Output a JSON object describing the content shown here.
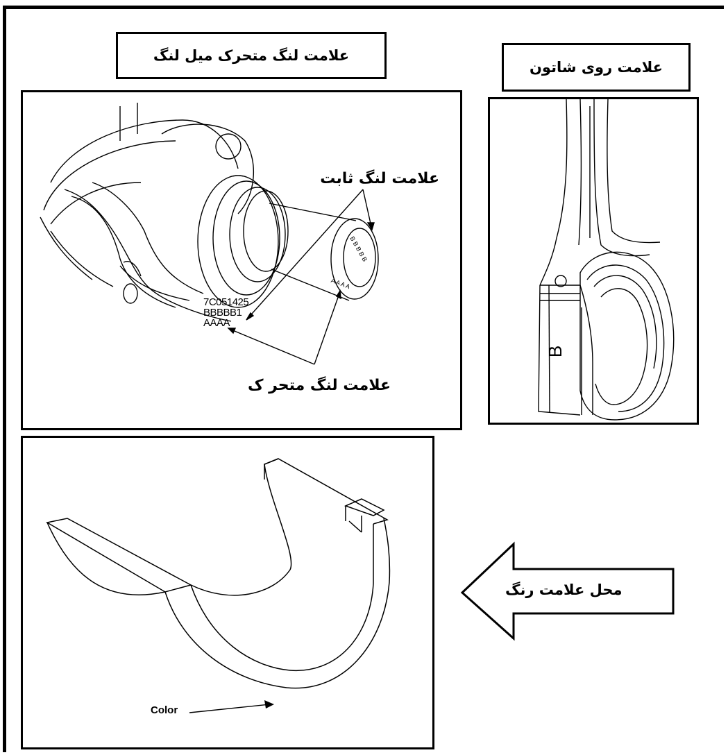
{
  "labels": {
    "crank_pin_mark_title": "علامت لنگ متحرک میل لنگ",
    "conrod_mark_title": "علامت روی شاتون",
    "color_mark_location": "محل علامت رنگ"
  },
  "crankshaft_panel": {
    "main_journal_mark": "علامت لنگ ثابت",
    "pin_journal_mark": "علامت لنگ متحر ک",
    "stamp_line_1": "7C051425",
    "stamp_line_2": "BBBBB1",
    "stamp_line_3": "AAAA",
    "pin_letters_b": "B B B B B",
    "pin_letters_a": "A A A A"
  },
  "conrod_panel": {
    "size_letter": "B"
  },
  "bearing_panel": {
    "color_callout": "Color"
  }
}
